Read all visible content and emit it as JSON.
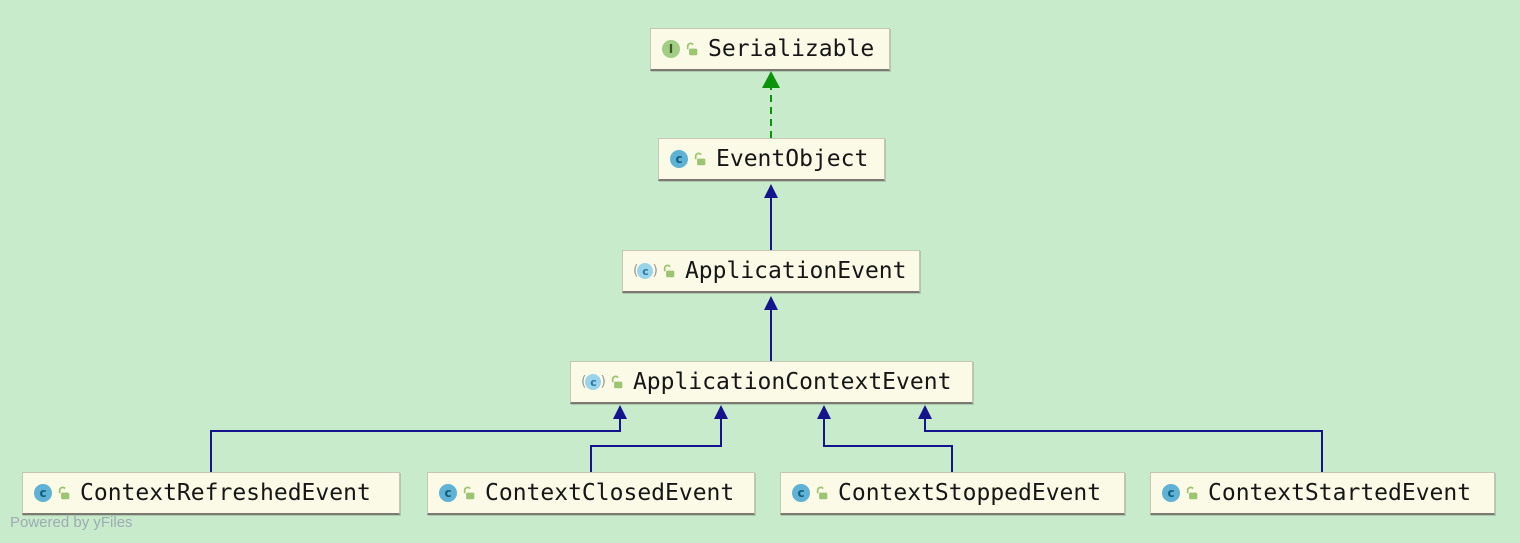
{
  "diagram": {
    "nodes": [
      {
        "label": "Serializable",
        "kind": "interface",
        "modifier": "public"
      },
      {
        "label": "EventObject",
        "kind": "class",
        "modifier": "public"
      },
      {
        "label": "ApplicationEvent",
        "kind": "abstract-class",
        "modifier": "public"
      },
      {
        "label": "ApplicationContextEvent",
        "kind": "abstract-class",
        "modifier": "public"
      },
      {
        "label": "ContextRefreshedEvent",
        "kind": "class",
        "modifier": "public"
      },
      {
        "label": "ContextClosedEvent",
        "kind": "class",
        "modifier": "public"
      },
      {
        "label": "ContextStoppedEvent",
        "kind": "class",
        "modifier": "public"
      },
      {
        "label": "ContextStartedEvent",
        "kind": "class",
        "modifier": "public"
      }
    ],
    "edges": [
      {
        "from": "EventObject",
        "to": "Serializable",
        "type": "realization"
      },
      {
        "from": "ApplicationEvent",
        "to": "EventObject",
        "type": "inheritance"
      },
      {
        "from": "ApplicationContextEvent",
        "to": "ApplicationEvent",
        "type": "inheritance"
      },
      {
        "from": "ContextRefreshedEvent",
        "to": "ApplicationContextEvent",
        "type": "inheritance"
      },
      {
        "from": "ContextClosedEvent",
        "to": "ApplicationContextEvent",
        "type": "inheritance"
      },
      {
        "from": "ContextStoppedEvent",
        "to": "ApplicationContextEvent",
        "type": "inheritance"
      },
      {
        "from": "ContextStartedEvent",
        "to": "ApplicationContextEvent",
        "type": "inheritance"
      }
    ]
  },
  "icons": {
    "class_letter": "c",
    "interface_letter": "I",
    "abstract_paren_open": "(",
    "abstract_paren_close": ")"
  },
  "colors": {
    "background": "#C8EBCC",
    "node_fill": "#FAFAE6",
    "inheritance_edge": "#14148C",
    "realization_edge": "#0B930B",
    "class_icon": "#5FB2D4",
    "interface_icon": "#A3CC85",
    "lock_icon": "#9CC473"
  },
  "watermark": "Powered by yFiles"
}
